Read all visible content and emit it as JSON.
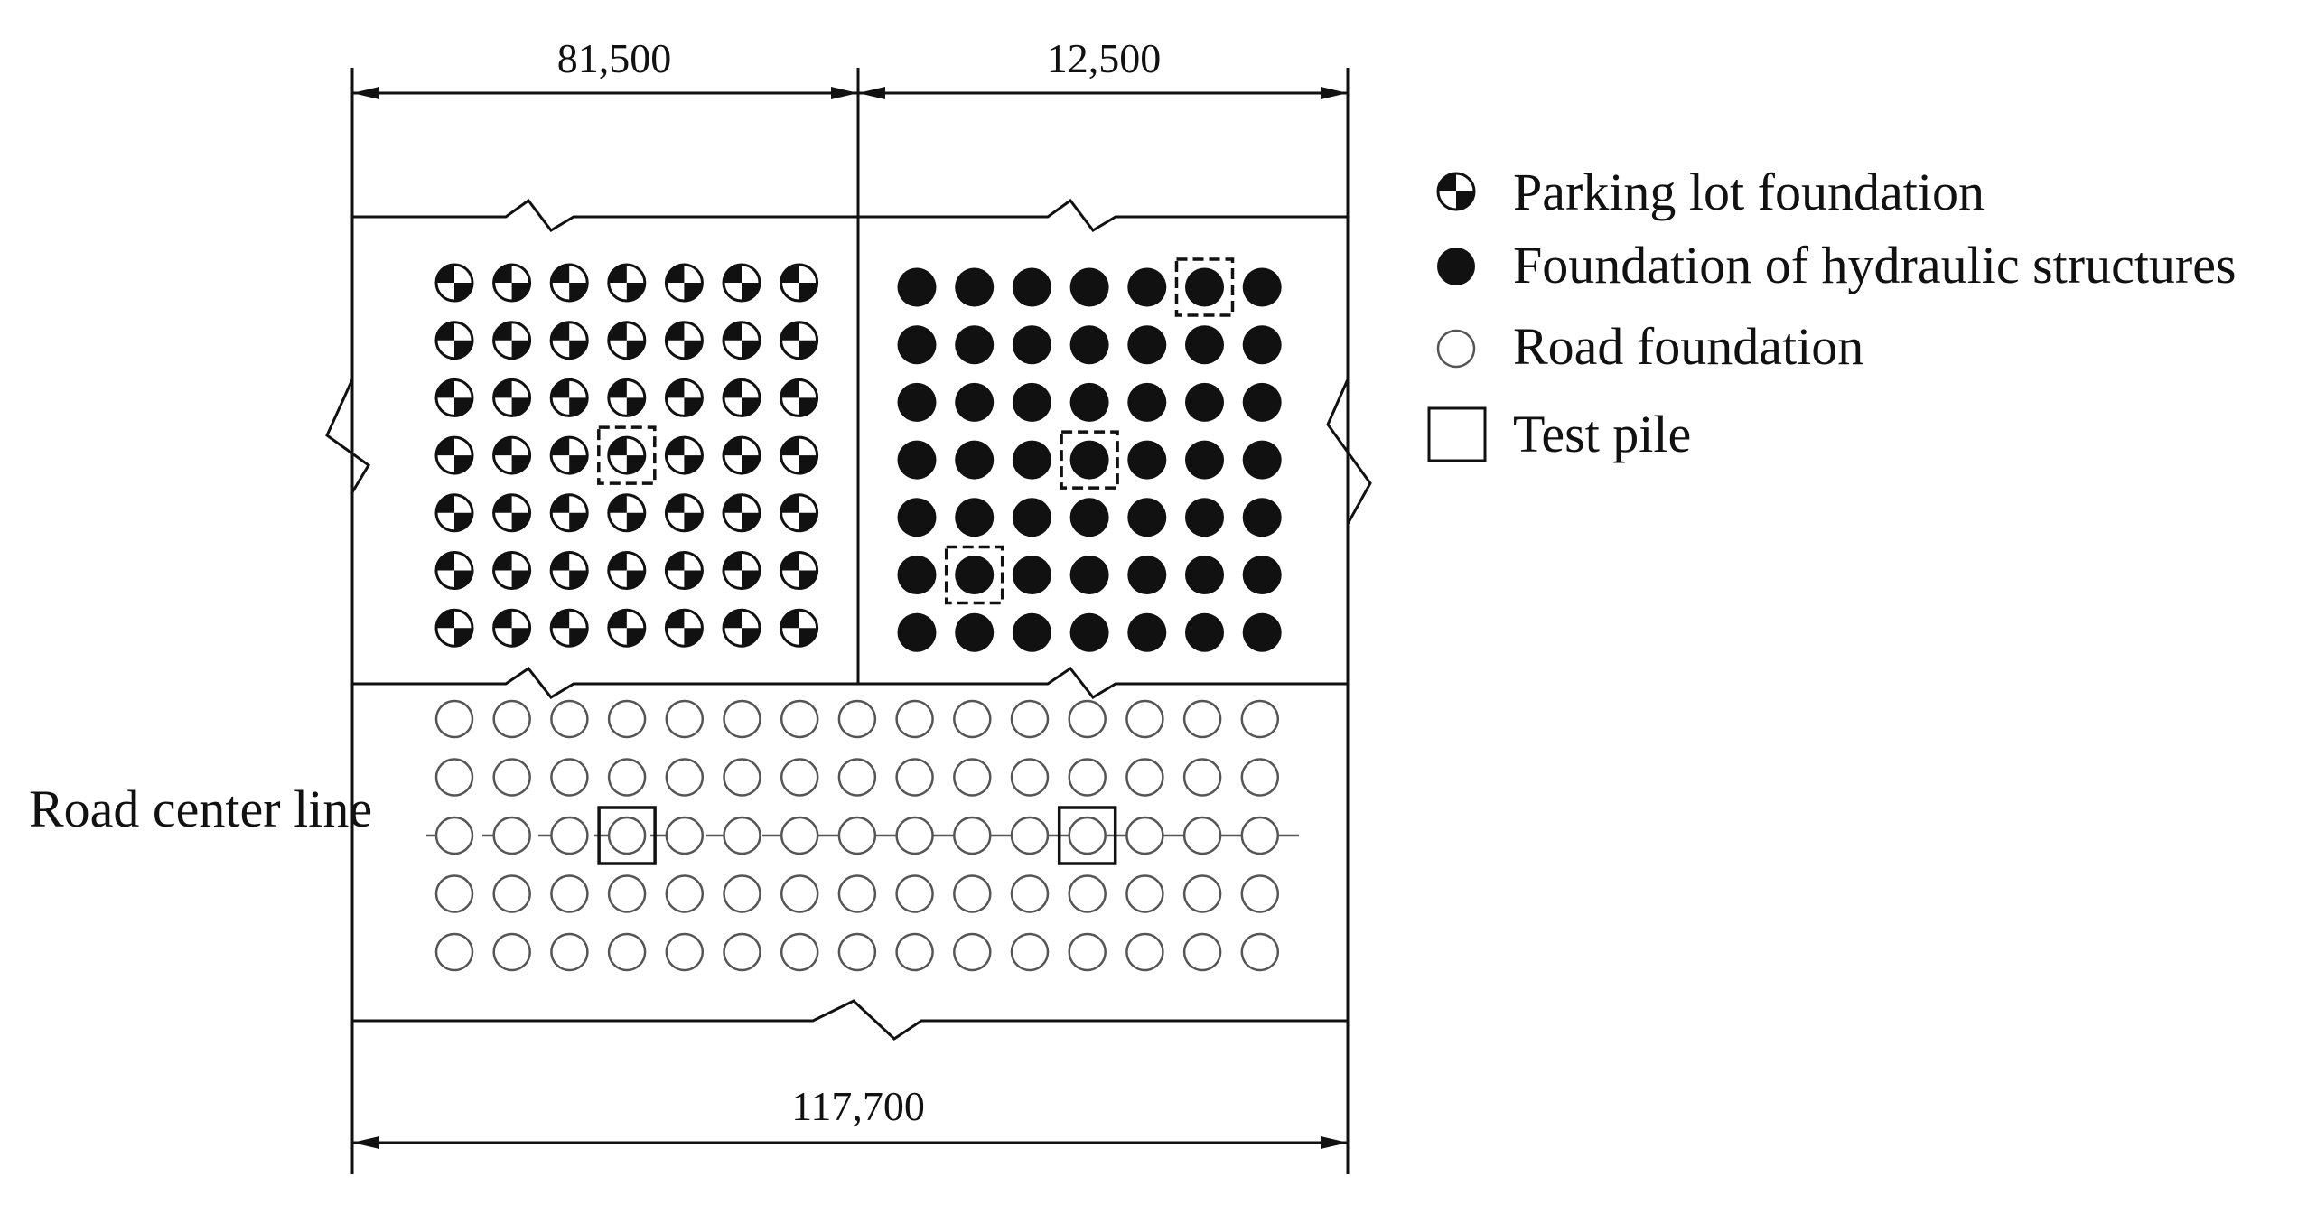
{
  "dimensions": {
    "parking_width": "81,500",
    "hydraulic_width": "12,500",
    "total_width": "117,700"
  },
  "road_center_label": "Road center line",
  "legend": [
    {
      "icon": "quartered-circle-icon",
      "label": "Parking lot foundation"
    },
    {
      "icon": "filled-circle-icon",
      "label": "Foundation of hydraulic structures"
    },
    {
      "icon": "open-circle-icon",
      "label": "Road foundation"
    },
    {
      "icon": "dashed-square-icon",
      "label": "Test pile"
    }
  ],
  "grids": {
    "parking": {
      "rows": 7,
      "cols": 7,
      "test_piles": [
        [
          3,
          3
        ]
      ]
    },
    "hydraulic": {
      "rows": 7,
      "cols": 7,
      "test_piles": [
        [
          0,
          5
        ],
        [
          3,
          3
        ],
        [
          5,
          1
        ]
      ]
    },
    "road": {
      "rows": 5,
      "cols": 15,
      "test_piles": [
        [
          2,
          3
        ],
        [
          2,
          11
        ]
      ]
    }
  }
}
